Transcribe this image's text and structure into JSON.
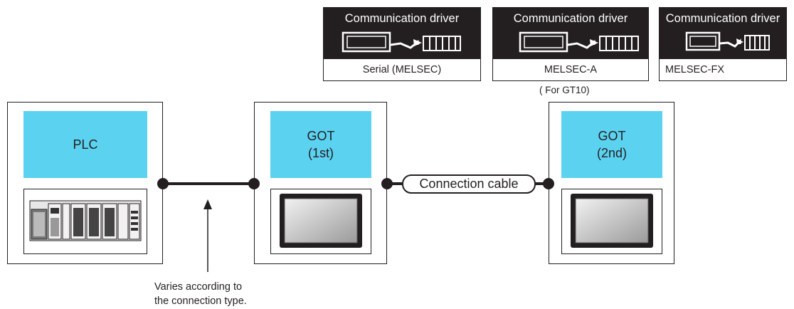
{
  "drivers": [
    {
      "title": "Communication driver",
      "label": "Serial (MELSEC)"
    },
    {
      "title": "Communication driver",
      "label": "MELSEC-A",
      "note": "( For GT10)"
    },
    {
      "title": "Communication driver",
      "label": "MELSEC-FX"
    }
  ],
  "devices": {
    "plc": {
      "label": "PLC"
    },
    "got1": {
      "line1": "GOT",
      "line2": "(1st)"
    },
    "got2": {
      "line1": "GOT",
      "line2": "(2nd)"
    }
  },
  "connection": {
    "cable_label": "Connection cable"
  },
  "annotation": {
    "line1": "Varies according to",
    "line2": "the connection type."
  },
  "colors": {
    "device_fill": "#5cd2f1",
    "dark": "#231f20",
    "screen": "#c8c8c8"
  },
  "icons": [
    "monitor-icon",
    "wireless-link-icon",
    "plc-module-icon",
    "got-screen-icon"
  ]
}
